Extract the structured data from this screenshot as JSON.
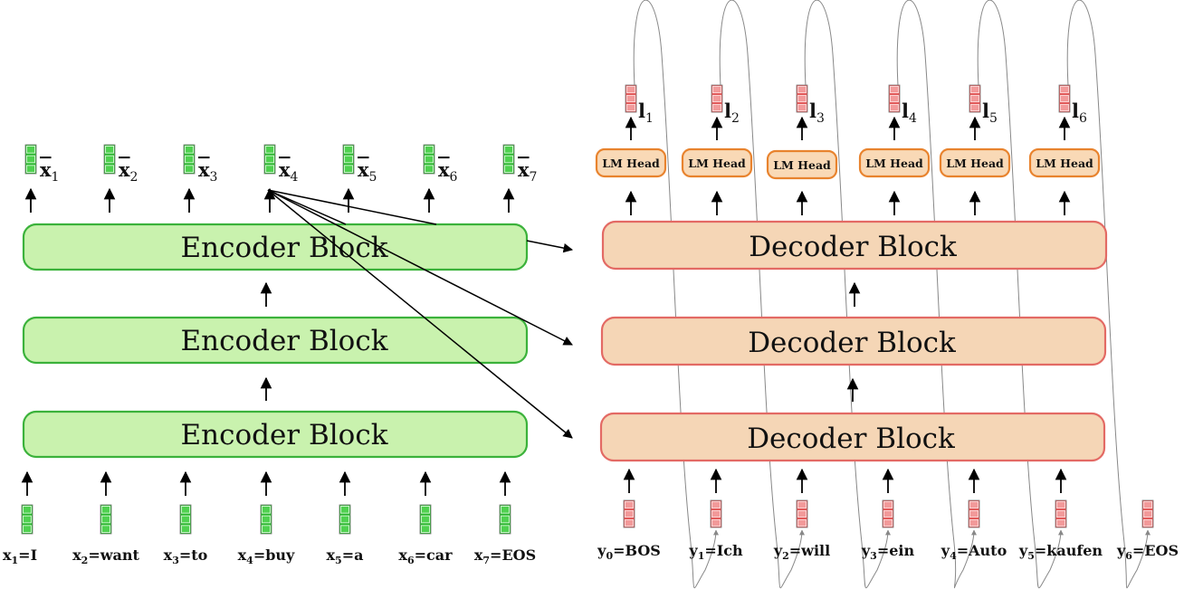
{
  "encoder": {
    "block_label": "Encoder Block",
    "inputs": [
      {
        "var": "x",
        "sub": "1",
        "word": "I"
      },
      {
        "var": "x",
        "sub": "2",
        "word": "want"
      },
      {
        "var": "x",
        "sub": "3",
        "word": "to"
      },
      {
        "var": "x",
        "sub": "4",
        "word": "buy"
      },
      {
        "var": "x",
        "sub": "5",
        "word": "a"
      },
      {
        "var": "x",
        "sub": "6",
        "word": "car"
      },
      {
        "var": "x",
        "sub": "7",
        "word": "EOS"
      }
    ],
    "outputs": [
      {
        "var": "x",
        "sub": "1"
      },
      {
        "var": "x",
        "sub": "2"
      },
      {
        "var": "x",
        "sub": "3"
      },
      {
        "var": "x",
        "sub": "4"
      },
      {
        "var": "x",
        "sub": "5"
      },
      {
        "var": "x",
        "sub": "6"
      },
      {
        "var": "x",
        "sub": "7"
      }
    ]
  },
  "decoder": {
    "block_label": "Decoder Block",
    "head_label": "LM Head",
    "inputs": [
      {
        "var": "y",
        "sub": "0",
        "word": "BOS"
      },
      {
        "var": "y",
        "sub": "1",
        "word": "Ich"
      },
      {
        "var": "y",
        "sub": "2",
        "word": "will"
      },
      {
        "var": "y",
        "sub": "3",
        "word": "ein"
      },
      {
        "var": "y",
        "sub": "4",
        "word": "Auto"
      },
      {
        "var": "y",
        "sub": "5",
        "word": "kaufen"
      },
      {
        "var": "y",
        "sub": "6",
        "word": "EOS"
      }
    ],
    "outputs": [
      {
        "var": "l",
        "sub": "1"
      },
      {
        "var": "l",
        "sub": "2"
      },
      {
        "var": "l",
        "sub": "3"
      },
      {
        "var": "l",
        "sub": "4"
      },
      {
        "var": "l",
        "sub": "5"
      },
      {
        "var": "l",
        "sub": "6"
      }
    ]
  },
  "colors": {
    "encoder_fill": "#c9f2ae",
    "encoder_stroke": "#3bb23b",
    "decoder_fill": "#f5d6b6",
    "decoder_stroke": "#e36a64",
    "head_stroke": "#e8832e",
    "encoder_vector": "#4fd14f",
    "decoder_vector": "#f29a9a"
  }
}
